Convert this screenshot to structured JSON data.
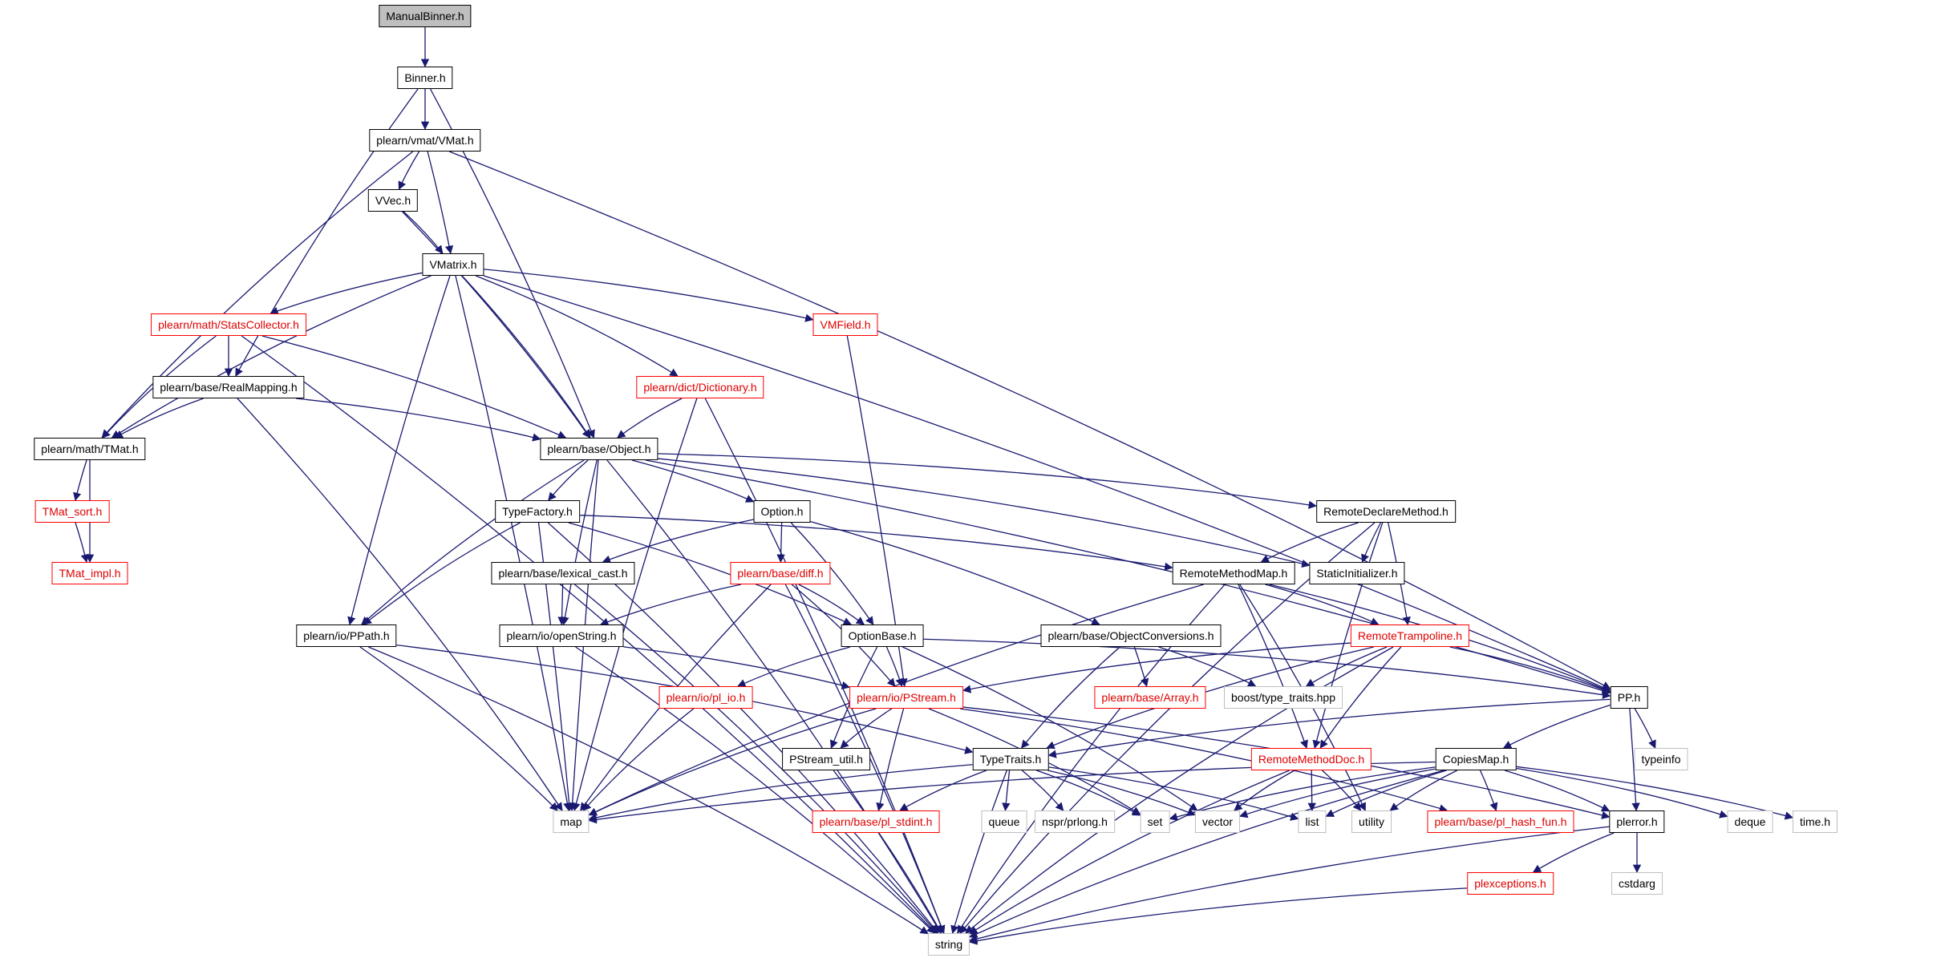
{
  "page": {
    "title": "ManualBinner.h include dependency graph"
  },
  "legend_colors": {
    "normal": "#000000",
    "truncated": "#ff0000",
    "external": "#bfbfbf",
    "root_fill": "#bfbfbf",
    "edge": "#191970"
  },
  "nodes": [
    {
      "id": "n_root",
      "label": "ManualBinner.h",
      "style": "root"
    },
    {
      "id": "n_binner",
      "label": "Binner.h",
      "style": "normal"
    },
    {
      "id": "n_vmat",
      "label": "plearn/vmat/VMat.h",
      "style": "normal"
    },
    {
      "id": "n_vvec",
      "label": "VVec.h",
      "style": "normal"
    },
    {
      "id": "n_vmatrix",
      "label": "VMatrix.h",
      "style": "normal"
    },
    {
      "id": "n_stats",
      "label": "plearn/math/StatsCollector.h",
      "style": "red"
    },
    {
      "id": "n_vmfield",
      "label": "VMField.h",
      "style": "red"
    },
    {
      "id": "n_realmap",
      "label": "plearn/base/RealMapping.h",
      "style": "normal"
    },
    {
      "id": "n_dict",
      "label": "plearn/dict/Dictionary.h",
      "style": "red"
    },
    {
      "id": "n_tmat",
      "label": "plearn/math/TMat.h",
      "style": "normal"
    },
    {
      "id": "n_object",
      "label": "plearn/base/Object.h",
      "style": "normal"
    },
    {
      "id": "n_tmatsort",
      "label": "TMat_sort.h",
      "style": "red"
    },
    {
      "id": "n_tmatimpl",
      "label": "TMat_impl.h",
      "style": "red"
    },
    {
      "id": "n_typefactory",
      "label": "TypeFactory.h",
      "style": "normal"
    },
    {
      "id": "n_option",
      "label": "Option.h",
      "style": "normal"
    },
    {
      "id": "n_rdm",
      "label": "RemoteDeclareMethod.h",
      "style": "normal"
    },
    {
      "id": "n_lexcast",
      "label": "plearn/base/lexical_cast.h",
      "style": "normal"
    },
    {
      "id": "n_diff",
      "label": "plearn/base/diff.h",
      "style": "red"
    },
    {
      "id": "n_rmm",
      "label": "RemoteMethodMap.h",
      "style": "normal"
    },
    {
      "id": "n_staticinit",
      "label": "StaticInitializer.h",
      "style": "normal"
    },
    {
      "id": "n_ppath",
      "label": "plearn/io/PPath.h",
      "style": "normal"
    },
    {
      "id": "n_openstring",
      "label": "plearn/io/openString.h",
      "style": "normal"
    },
    {
      "id": "n_optbase",
      "label": "OptionBase.h",
      "style": "normal"
    },
    {
      "id": "n_objconv",
      "label": "plearn/base/ObjectConversions.h",
      "style": "normal"
    },
    {
      "id": "n_rtramp",
      "label": "RemoteTrampoline.h",
      "style": "red"
    },
    {
      "id": "n_plio",
      "label": "plearn/io/pl_io.h",
      "style": "red"
    },
    {
      "id": "n_pstream",
      "label": "plearn/io/PStream.h",
      "style": "red"
    },
    {
      "id": "n_array",
      "label": "plearn/base/Array.h",
      "style": "red"
    },
    {
      "id": "n_boosttt",
      "label": "boost/type_traits.hpp",
      "style": "gray"
    },
    {
      "id": "n_pp",
      "label": "PP.h",
      "style": "normal"
    },
    {
      "id": "n_psutil",
      "label": "PStream_util.h",
      "style": "normal"
    },
    {
      "id": "n_typetraits",
      "label": "TypeTraits.h",
      "style": "normal"
    },
    {
      "id": "n_rmdoc",
      "label": "RemoteMethodDoc.h",
      "style": "red"
    },
    {
      "id": "n_copiesmap",
      "label": "CopiesMap.h",
      "style": "normal"
    },
    {
      "id": "n_typeinfo",
      "label": "typeinfo",
      "style": "gray"
    },
    {
      "id": "n_map",
      "label": "map",
      "style": "gray"
    },
    {
      "id": "n_queue",
      "label": "queue",
      "style": "gray"
    },
    {
      "id": "n_nspr",
      "label": "nspr/prlong.h",
      "style": "gray"
    },
    {
      "id": "n_stdint",
      "label": "plearn/base/pl_stdint.h",
      "style": "red"
    },
    {
      "id": "n_set",
      "label": "set",
      "style": "gray"
    },
    {
      "id": "n_vector",
      "label": "vector",
      "style": "gray"
    },
    {
      "id": "n_list",
      "label": "list",
      "style": "gray"
    },
    {
      "id": "n_utility",
      "label": "utility",
      "style": "gray"
    },
    {
      "id": "n_hashfun",
      "label": "plearn/base/pl_hash_fun.h",
      "style": "red"
    },
    {
      "id": "n_plerror",
      "label": "plerror.h",
      "style": "normal"
    },
    {
      "id": "n_deque",
      "label": "deque",
      "style": "gray"
    },
    {
      "id": "n_timeh",
      "label": "time.h",
      "style": "gray"
    },
    {
      "id": "n_cstdarg",
      "label": "cstdarg",
      "style": "gray"
    },
    {
      "id": "n_plexc",
      "label": "plexceptions.h",
      "style": "red"
    },
    {
      "id": "n_string",
      "label": "string",
      "style": "gray"
    }
  ],
  "edges": [
    [
      "n_root",
      "n_binner"
    ],
    [
      "n_binner",
      "n_vmat"
    ],
    [
      "n_binner",
      "n_realmap"
    ],
    [
      "n_binner",
      "n_object"
    ],
    [
      "n_vmat",
      "n_vvec"
    ],
    [
      "n_vmat",
      "n_vmatrix"
    ],
    [
      "n_vmat",
      "n_tmat"
    ],
    [
      "n_vmat",
      "n_pp"
    ],
    [
      "n_vvec",
      "n_vmatrix"
    ],
    [
      "n_vvec",
      "n_object"
    ],
    [
      "n_vmatrix",
      "n_stats"
    ],
    [
      "n_vmatrix",
      "n_vmfield"
    ],
    [
      "n_vmatrix",
      "n_dict"
    ],
    [
      "n_vmatrix",
      "n_object"
    ],
    [
      "n_vmatrix",
      "n_tmat"
    ],
    [
      "n_vmatrix",
      "n_map"
    ],
    [
      "n_vmatrix",
      "n_ppath"
    ],
    [
      "n_vmatrix",
      "n_pp"
    ],
    [
      "n_stats",
      "n_realmap"
    ],
    [
      "n_stats",
      "n_tmat"
    ],
    [
      "n_stats",
      "n_object"
    ],
    [
      "n_stats",
      "n_string"
    ],
    [
      "n_vmfield",
      "n_pstream"
    ],
    [
      "n_realmap",
      "n_tmat"
    ],
    [
      "n_realmap",
      "n_object"
    ],
    [
      "n_realmap",
      "n_map"
    ],
    [
      "n_dict",
      "n_object"
    ],
    [
      "n_dict",
      "n_map"
    ],
    [
      "n_dict",
      "n_string"
    ],
    [
      "n_tmat",
      "n_tmatsort"
    ],
    [
      "n_tmat",
      "n_tmatimpl"
    ],
    [
      "n_tmatsort",
      "n_tmatimpl"
    ],
    [
      "n_object",
      "n_typefactory"
    ],
    [
      "n_object",
      "n_option"
    ],
    [
      "n_object",
      "n_rdm"
    ],
    [
      "n_object",
      "n_staticinit"
    ],
    [
      "n_object",
      "n_ppath"
    ],
    [
      "n_object",
      "n_openstring"
    ],
    [
      "n_object",
      "n_map"
    ],
    [
      "n_object",
      "n_pp"
    ],
    [
      "n_object",
      "n_string"
    ],
    [
      "n_typefactory",
      "n_ppath"
    ],
    [
      "n_typefactory",
      "n_rmm"
    ],
    [
      "n_typefactory",
      "n_optbase"
    ],
    [
      "n_typefactory",
      "n_map"
    ],
    [
      "n_typefactory",
      "n_string"
    ],
    [
      "n_option",
      "n_diff"
    ],
    [
      "n_option",
      "n_optbase"
    ],
    [
      "n_option",
      "n_lexcast"
    ],
    [
      "n_option",
      "n_objconv"
    ],
    [
      "n_rdm",
      "n_rmm"
    ],
    [
      "n_rdm",
      "n_staticinit"
    ],
    [
      "n_rdm",
      "n_rtramp"
    ],
    [
      "n_rdm",
      "n_rmdoc"
    ],
    [
      "n_rdm",
      "n_string"
    ],
    [
      "n_lexcast",
      "n_openstring"
    ],
    [
      "n_lexcast",
      "n_string"
    ],
    [
      "n_diff",
      "n_optbase"
    ],
    [
      "n_diff",
      "n_openstring"
    ],
    [
      "n_diff",
      "n_pstream"
    ],
    [
      "n_diff",
      "n_map"
    ],
    [
      "n_diff",
      "n_string"
    ],
    [
      "n_rmm",
      "n_rtramp"
    ],
    [
      "n_rmm",
      "n_pp"
    ],
    [
      "n_rmm",
      "n_map"
    ],
    [
      "n_rmm",
      "n_string"
    ],
    [
      "n_rmm",
      "n_rmdoc"
    ],
    [
      "n_rmm",
      "n_utility"
    ],
    [
      "n_ppath",
      "n_typetraits"
    ],
    [
      "n_ppath",
      "n_map"
    ],
    [
      "n_ppath",
      "n_string"
    ],
    [
      "n_openstring",
      "n_pstream"
    ],
    [
      "n_openstring",
      "n_string"
    ],
    [
      "n_optbase",
      "n_pstream"
    ],
    [
      "n_optbase",
      "n_plio"
    ],
    [
      "n_optbase",
      "n_psutil"
    ],
    [
      "n_optbase",
      "n_pp"
    ],
    [
      "n_optbase",
      "n_vector"
    ],
    [
      "n_objconv",
      "n_array"
    ],
    [
      "n_objconv",
      "n_boosttt"
    ],
    [
      "n_objconv",
      "n_typetraits"
    ],
    [
      "n_rtramp",
      "n_pstream"
    ],
    [
      "n_rtramp",
      "n_boosttt"
    ],
    [
      "n_rtramp",
      "n_typetraits"
    ],
    [
      "n_rtramp",
      "n_rmdoc"
    ],
    [
      "n_rtramp",
      "n_pp"
    ],
    [
      "n_rtramp",
      "n_string"
    ],
    [
      "n_plio",
      "n_map"
    ],
    [
      "n_pstream",
      "n_psutil"
    ],
    [
      "n_pstream",
      "n_stdint"
    ],
    [
      "n_pstream",
      "n_map"
    ],
    [
      "n_pstream",
      "n_set"
    ],
    [
      "n_pstream",
      "n_plerror"
    ],
    [
      "n_pstream",
      "n_hashfun"
    ],
    [
      "n_pp",
      "n_typetraits"
    ],
    [
      "n_pp",
      "n_copiesmap"
    ],
    [
      "n_pp",
      "n_typeinfo"
    ],
    [
      "n_pp",
      "n_plerror"
    ],
    [
      "n_psutil",
      "n_string"
    ],
    [
      "n_typetraits",
      "n_map"
    ],
    [
      "n_typetraits",
      "n_queue"
    ],
    [
      "n_typetraits",
      "n_nspr"
    ],
    [
      "n_typetraits",
      "n_stdint"
    ],
    [
      "n_typetraits",
      "n_set"
    ],
    [
      "n_typetraits",
      "n_vector"
    ],
    [
      "n_typetraits",
      "n_list"
    ],
    [
      "n_typetraits",
      "n_string"
    ],
    [
      "n_rmdoc",
      "n_vector"
    ],
    [
      "n_rmdoc",
      "n_list"
    ],
    [
      "n_rmdoc",
      "n_utility"
    ],
    [
      "n_rmdoc",
      "n_string"
    ],
    [
      "n_copiesmap",
      "n_map"
    ],
    [
      "n_copiesmap",
      "n_set"
    ],
    [
      "n_copiesmap",
      "n_vector"
    ],
    [
      "n_copiesmap",
      "n_list"
    ],
    [
      "n_copiesmap",
      "n_utility"
    ],
    [
      "n_copiesmap",
      "n_hashfun"
    ],
    [
      "n_copiesmap",
      "n_plerror"
    ],
    [
      "n_copiesmap",
      "n_deque"
    ],
    [
      "n_copiesmap",
      "n_timeh"
    ],
    [
      "n_copiesmap",
      "n_string"
    ],
    [
      "n_plerror",
      "n_plexc"
    ],
    [
      "n_plerror",
      "n_cstdarg"
    ],
    [
      "n_plerror",
      "n_string"
    ],
    [
      "n_plexc",
      "n_string"
    ]
  ]
}
